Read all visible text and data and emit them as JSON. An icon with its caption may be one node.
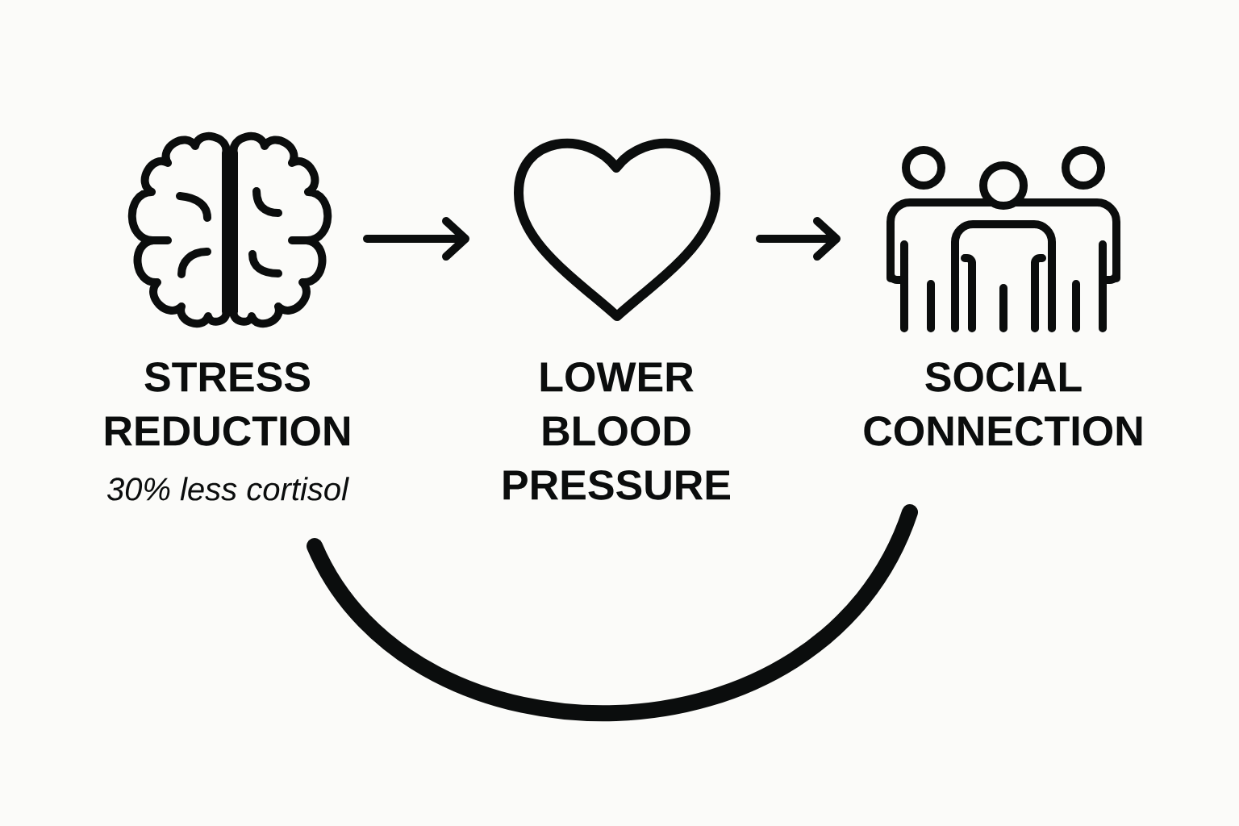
{
  "diagram": {
    "nodes": [
      {
        "text": [
          "STRESS REDUCTION",
          "30% less cortisol"
        ]
      },
      {
        "text": [
          "LOWER BLOOD PRESSURE"
        ]
      },
      {
        "text": [
          "SOCIAL CONNECTION"
        ]
      }
    ],
    "edges": [
      {
        "from": 0,
        "to": 1,
        "arrow": "to"
      },
      {
        "from": 1,
        "to": 2,
        "arrow": "to"
      },
      {
        "from": 0,
        "to": 2,
        "arrow": "none",
        "style": "thick"
      }
    ]
  }
}
